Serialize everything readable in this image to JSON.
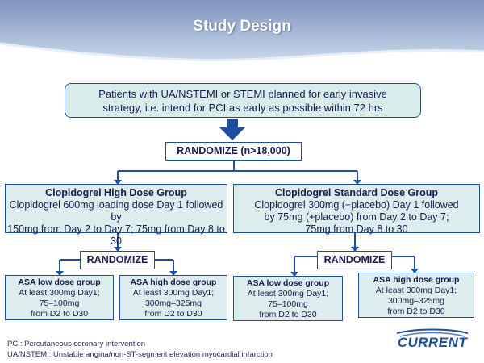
{
  "title": "Study Design",
  "population": {
    "line1": "Patients with UA/NSTEMI or STEMI planned for early invasive",
    "line2": "strategy, i.e. intend for PCI as early as possible within 72 hrs"
  },
  "randomize_main": "RANDOMIZE (n>18,000)",
  "arm_high": {
    "title": "Clopidogrel High Dose Group",
    "line1": "Clopidogrel 600mg loading dose Day 1 followed by",
    "line2": "150mg from Day 2 to Day 7; 75mg from Day 8 to 30"
  },
  "arm_standard": {
    "title": "Clopidogrel Standard Dose Group",
    "line1": "Clopidogrel 300mg (+placebo) Day 1 followed",
    "line2": "by 75mg (+placebo) from Day 2 to Day 7;",
    "line3": "75mg from Day 8 to 30"
  },
  "randomize_sub_left": "RANDOMIZE",
  "randomize_sub_right": "RANDOMIZE",
  "asa_groups": [
    {
      "title": "ASA low dose group",
      "line1": "At least 300mg Day1;",
      "line2": "75–100mg",
      "line3": "from D2 to D30"
    },
    {
      "title": "ASA high dose group",
      "line1": "At least 300mg Day1;",
      "line2": "300mg–325mg",
      "line3": "from D2 to D30"
    },
    {
      "title": "ASA low dose group",
      "line1": "At least 300mg Day1;",
      "line2": "75–100mg",
      "line3": "from D2 to D30"
    },
    {
      "title": "ASA high dose group",
      "line1": "At least 300mg Day1;",
      "line2": "300mg–325mg",
      "line3": "from D2 to D30"
    }
  ],
  "footnotes": {
    "pci": "PCI: Percutaneous coronary intervention",
    "ua": "UA/NSTEMI: Unstable angina/non-ST-segment elevation myocardial infarction"
  },
  "logo": "CURRENT",
  "colors": {
    "box_fill": "#ddecec",
    "border": "#1f4e9a",
    "arrow": "#1f4e9a",
    "header_wave": "#c3d3e8"
  }
}
